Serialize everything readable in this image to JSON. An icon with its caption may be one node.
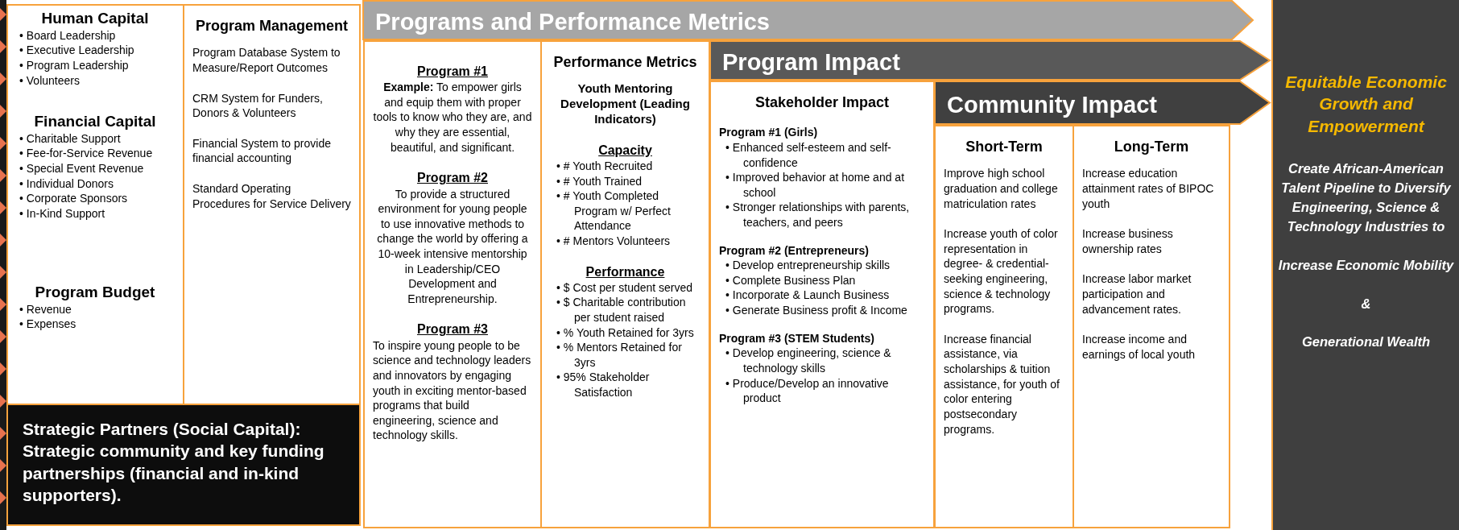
{
  "diagram": {
    "nodes": [
      {
        "text": [
          "Human Capital",
          "• Board Leadership",
          "• Executive Leadership",
          "• Program Leadership",
          "• Volunteers"
        ]
      },
      {
        "text": [
          "Financial Capital",
          "• Charitable Support",
          "• Fee-for-Service Revenue",
          "• Special Event Revenue",
          "• Individual Donors",
          "• Corporate Sponsors",
          "• In-Kind Support"
        ]
      },
      {
        "text": [
          "Program Budget",
          "• Revenue",
          "• Expenses"
        ]
      },
      {
        "text": [
          "Program Management",
          "Program Database System to Measure/Report Outcomes",
          "CRM System for Funders, Donors & Volunteers",
          "Financial System to provide financial accounting",
          "Standard Operating Procedures for Service Delivery"
        ]
      },
      {
        "text": [
          "Strategic Partners (Social Capital): Strategic community and key funding partnerships (financial and in-kind supporters)."
        ]
      },
      {
        "text": [
          "Programs and Performance Metrics"
        ]
      },
      {
        "text": [
          "Program #1",
          "**Example:** To empower girls and equip them with proper tools to know who they are, and why they are essential, beautiful, and significant.",
          "Program #2",
          "To provide a structured environment for young people to use innovative methods to change the world by offering a 10-week intensive mentorship in Leadership/CEO Development and Entrepreneurship.",
          "Program #3",
          "To inspire young people to be science and technology leaders and innovators by engaging youth in exciting mentor-based programs that build engineering, science and technology skills."
        ]
      },
      {
        "text": [
          "Performance Metrics",
          "Youth Mentoring Development (Leading Indicators)",
          "Capacity",
          "• # Youth Recruited",
          "• # Youth Trained",
          "• # Youth Completed Program w/ Perfect Attendance",
          "• # Mentors Volunteers",
          "Performance",
          "• $ Cost per student served",
          "• $ Charitable contribution per student raised",
          "• % Youth Retained for 3yrs",
          "• % Mentors Retained for 3yrs",
          "• 95% Stakeholder Satisfaction"
        ]
      },
      {
        "text": [
          "Program Impact"
        ]
      },
      {
        "text": [
          "Stakeholder Impact",
          "Program #1 (Girls)",
          "• Enhanced self-esteem and self-confidence",
          "• Improved behavior at home and at school",
          "• Stronger relationships with parents, teachers, and peers",
          "Program #2 (Entrepreneurs)",
          "• Develop entrepreneurship skills",
          "• Complete Business Plan",
          "• Incorporate & Launch Business",
          "• Generate Business profit & Income",
          "Program #3 (STEM Students)",
          "• Develop engineering, science & technology skills",
          "• Produce/Develop an innovative product"
        ]
      },
      {
        "text": [
          "Community Impact"
        ]
      },
      {
        "text": [
          "Short-Term",
          "Improve high school graduation and college matriculation rates",
          "Increase youth of color representation in degree- & credential-seeking engineering, science & technology programs.",
          "Increase financial assistance, via scholarships & tuition assistance, for youth of color entering postsecondary programs."
        ]
      },
      {
        "text": [
          "Long-Term",
          "Increase education attainment rates of BIPOC youth",
          "Increase business ownership rates",
          "Increase labor market participation and advancement rates.",
          "Increase income and earnings of local youth"
        ]
      },
      {
        "text": [
          "Equitable Economic Growth and Empowerment",
          "Create African-American Talent Pipeline to Diversify Engineering, Science & Technology Industries to",
          "Increase Economic Mobility",
          "&",
          "Generational Wealth"
        ]
      }
    ]
  }
}
